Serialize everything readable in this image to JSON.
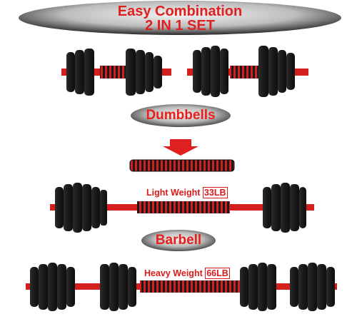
{
  "banner": {
    "line1": "Easy Combination",
    "line2": "2 IN 1 SET"
  },
  "labels": {
    "dumbbells": "Dumbbells",
    "barbell": "Barbell"
  },
  "light": {
    "prefix": "Light Weight ",
    "value": "33LB"
  },
  "heavy": {
    "prefix": "Heavy Weight ",
    "value": "66LB"
  },
  "colors": {
    "accent_red": "#e02020",
    "plate_black": "#1a1a1a",
    "handle_red": "#d41f1f"
  },
  "icons": {
    "arrow": "down-arrow-icon"
  }
}
